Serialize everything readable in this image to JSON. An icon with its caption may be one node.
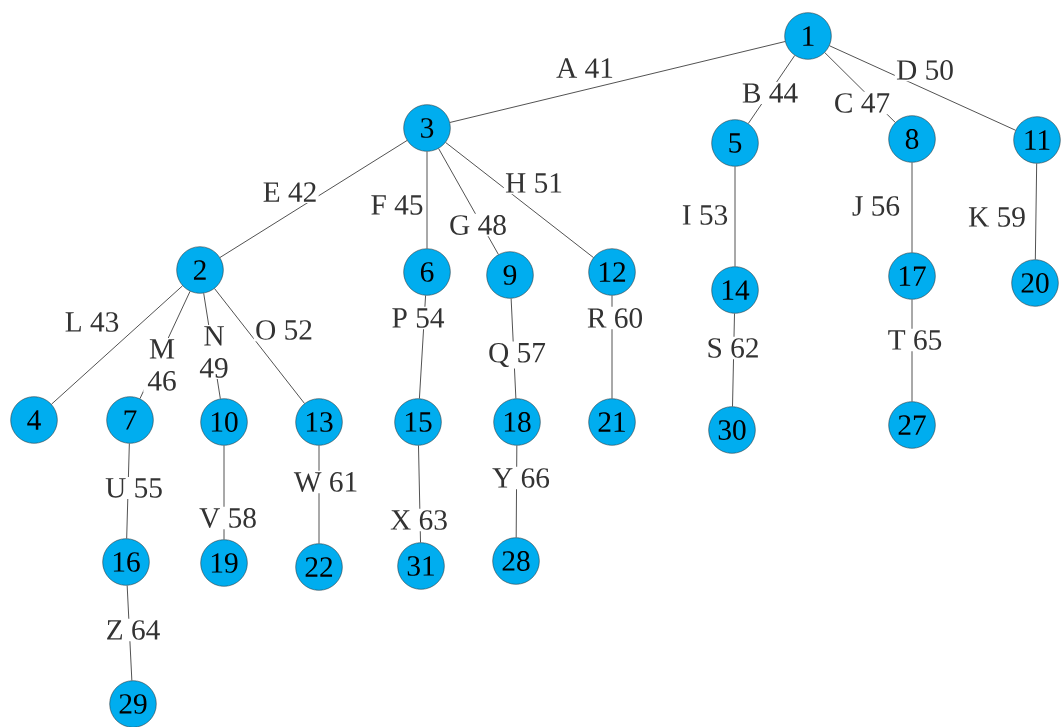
{
  "diagram": {
    "nodes": [
      {
        "text": [
          "1"
        ]
      },
      {
        "text": [
          "3"
        ]
      },
      {
        "text": [
          "5"
        ]
      },
      {
        "text": [
          "8"
        ]
      },
      {
        "text": [
          "11"
        ]
      },
      {
        "text": [
          "2"
        ]
      },
      {
        "text": [
          "6"
        ]
      },
      {
        "text": [
          "9"
        ]
      },
      {
        "text": [
          "12"
        ]
      },
      {
        "text": [
          "14"
        ]
      },
      {
        "text": [
          "17"
        ]
      },
      {
        "text": [
          "20"
        ]
      },
      {
        "text": [
          "4"
        ]
      },
      {
        "text": [
          "7"
        ]
      },
      {
        "text": [
          "10"
        ]
      },
      {
        "text": [
          "13"
        ]
      },
      {
        "text": [
          "15"
        ]
      },
      {
        "text": [
          "18"
        ]
      },
      {
        "text": [
          "21"
        ]
      },
      {
        "text": [
          "30"
        ]
      },
      {
        "text": [
          "27"
        ]
      },
      {
        "text": [
          "16"
        ]
      },
      {
        "text": [
          "19"
        ]
      },
      {
        "text": [
          "22"
        ]
      },
      {
        "text": [
          "31"
        ]
      },
      {
        "text": [
          "28"
        ]
      },
      {
        "text": [
          "29"
        ]
      }
    ],
    "edges": [
      {
        "from": 0,
        "to": 1,
        "arrow": "none",
        "label": "A 41"
      },
      {
        "from": 0,
        "to": 2,
        "arrow": "none",
        "label": "B 44"
      },
      {
        "from": 0,
        "to": 3,
        "arrow": "none",
        "label": "C 47"
      },
      {
        "from": 0,
        "to": 4,
        "arrow": "none",
        "label": "D 50"
      },
      {
        "from": 1,
        "to": 5,
        "arrow": "none",
        "label": "E 42"
      },
      {
        "from": 1,
        "to": 6,
        "arrow": "none",
        "label": "F 45"
      },
      {
        "from": 1,
        "to": 7,
        "arrow": "none",
        "label": "G 48"
      },
      {
        "from": 1,
        "to": 8,
        "arrow": "none",
        "label": "H 51"
      },
      {
        "from": 2,
        "to": 9,
        "arrow": "none",
        "label": "I 53"
      },
      {
        "from": 3,
        "to": 10,
        "arrow": "none",
        "label": "J 56"
      },
      {
        "from": 4,
        "to": 11,
        "arrow": "none",
        "label": "K 59"
      },
      {
        "from": 5,
        "to": 12,
        "arrow": "none",
        "label": "L 43"
      },
      {
        "from": 5,
        "to": 13,
        "arrow": "none",
        "label": "M 46"
      },
      {
        "from": 5,
        "to": 14,
        "arrow": "none",
        "label": "N 49"
      },
      {
        "from": 5,
        "to": 15,
        "arrow": "none",
        "label": "O 52"
      },
      {
        "from": 6,
        "to": 16,
        "arrow": "none",
        "label": "P 54"
      },
      {
        "from": 7,
        "to": 17,
        "arrow": "none",
        "label": "Q 57"
      },
      {
        "from": 8,
        "to": 18,
        "arrow": "none",
        "label": "R 60"
      },
      {
        "from": 9,
        "to": 19,
        "arrow": "none",
        "label": "S 62"
      },
      {
        "from": 10,
        "to": 20,
        "arrow": "none",
        "label": "T 65"
      },
      {
        "from": 13,
        "to": 21,
        "arrow": "none",
        "label": "U 55"
      },
      {
        "from": 14,
        "to": 22,
        "arrow": "none",
        "label": "V 58"
      },
      {
        "from": 15,
        "to": 23,
        "arrow": "none",
        "label": "W 61"
      },
      {
        "from": 16,
        "to": 24,
        "arrow": "none",
        "label": "X 63"
      },
      {
        "from": 17,
        "to": 25,
        "arrow": "none",
        "label": "Y 66"
      },
      {
        "from": 21,
        "to": 26,
        "arrow": "none",
        "label": "Z 64"
      }
    ]
  }
}
